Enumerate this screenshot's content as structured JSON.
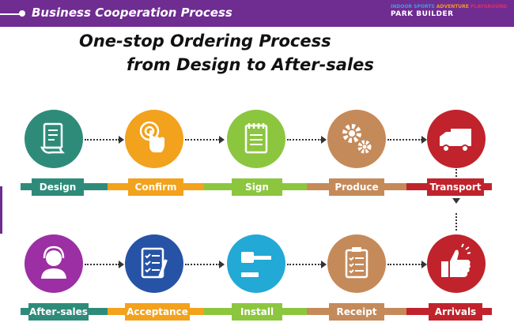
{
  "header": {
    "title": "Business Cooperation Process",
    "brand_tag_1": "INDOOR SPORTS",
    "brand_tag_2": "ADVENTURE",
    "brand_tag_3": "PLAYGROUND",
    "brand_name": "PARK BUILDER"
  },
  "headline": {
    "line1": "One-stop Ordering Process",
    "line2": "from Design to After-sales"
  },
  "colors": {
    "header_bg": "#6f2c91",
    "teal": "#2e8b7a",
    "orange": "#f2a21c",
    "green": "#8cc63f",
    "tan": "#c58a5a",
    "red": "#c0232c",
    "purple": "#9b2fa3",
    "blue": "#2753a6",
    "cyan": "#22a9d6",
    "brand_tag_1": "#3aa0e0",
    "brand_tag_2": "#f39a1e",
    "brand_tag_3": "#d9306a"
  },
  "steps_row1": [
    {
      "label": "Design",
      "icon": "document-icon"
    },
    {
      "label": "Confirm",
      "icon": "touch-icon"
    },
    {
      "label": "Sign",
      "icon": "notepad-icon"
    },
    {
      "label": "Produce",
      "icon": "gears-icon"
    },
    {
      "label": "Transport",
      "icon": "truck-icon"
    }
  ],
  "steps_row2": [
    {
      "label": "After-sales",
      "icon": "support-agent-icon"
    },
    {
      "label": "Acceptance",
      "icon": "checklist-pen-icon"
    },
    {
      "label": "Install",
      "icon": "hammer-icon"
    },
    {
      "label": "Receipt",
      "icon": "clipboard-icon"
    },
    {
      "label": "Arrivals",
      "icon": "thumbs-up-icon"
    }
  ]
}
